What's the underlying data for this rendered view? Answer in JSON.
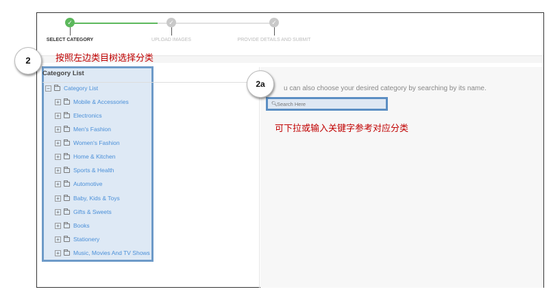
{
  "stepper": {
    "steps": [
      {
        "label": "SELECT CATEGORY",
        "state": "done"
      },
      {
        "label": "UPLOAD IMAGES",
        "state": "pending"
      },
      {
        "label": "PROVIDE DETAILS AND SUBMIT",
        "state": "pending"
      }
    ],
    "colors": {
      "done": "#5cb85c",
      "pending": "#c9c9c9"
    }
  },
  "annotations": {
    "badge_2": "2",
    "badge_2a": "2a",
    "note_tree": "按照左边类目树选择分类",
    "note_search": "可下拉或输入关键字参考对应分类"
  },
  "category_panel": {
    "title": "Category List",
    "root": "Category List",
    "items": [
      "Mobile & Accessories",
      "Electronics",
      "Men's Fashion",
      "Women's Fashion",
      "Home & Kitchen",
      "Sports & Health",
      "Automotive",
      "Baby, Kids & Toys",
      "Gifts & Sweets",
      "Books",
      "Stationery",
      "Music, Movies And TV Shows"
    ],
    "link_color": "#4a8fd8",
    "highlight_color": "#6d9ac8"
  },
  "search": {
    "hint": "u can also choose your desired category by searching by its name.",
    "placeholder": "Search Here",
    "icon": "search-icon"
  }
}
